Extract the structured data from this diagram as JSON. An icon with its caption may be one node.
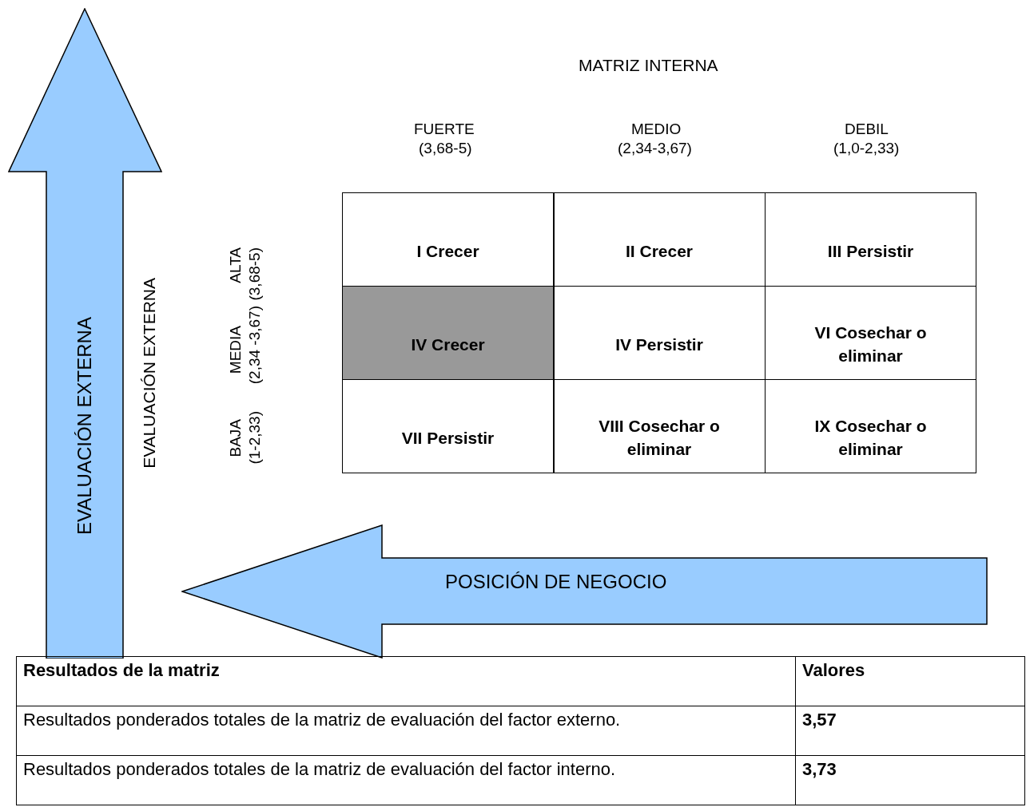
{
  "diagram": {
    "title": "MATRIZ INTERNA",
    "nodes": [
      {
        "text": [
          "EVALUACIÓN EXTERNA"
        ]
      },
      {
        "text": [
          "POSICIÓN DE NEGOCIO"
        ]
      }
    ],
    "labels": [
      "FUERTE",
      "(3,68-5)",
      "MEDIO",
      "(2,34-3,67)",
      "DEBIL",
      "(1,0-2,33)",
      "EVALUACIÓN EXTERNA",
      "ALTA",
      "(3,68-5)",
      "MEDIA",
      "(2,34 -3,67)",
      "BAJA",
      "(1-2,33)",
      "I Crecer",
      "II Crecer",
      "III Persistir",
      "IV Crecer",
      "IV Persistir",
      "VI Cosechar o eliminar",
      "VII Persistir",
      "VIII Cosechar o eliminar",
      "IX Cosechar o eliminar",
      "Resultados de la matriz",
      "Valores",
      "Resultados ponderados totales de la matriz de evaluación del factor externo.",
      "3,57",
      "Resultados ponderados totales de la matriz de evaluación del factor interno.",
      "3,73"
    ]
  }
}
